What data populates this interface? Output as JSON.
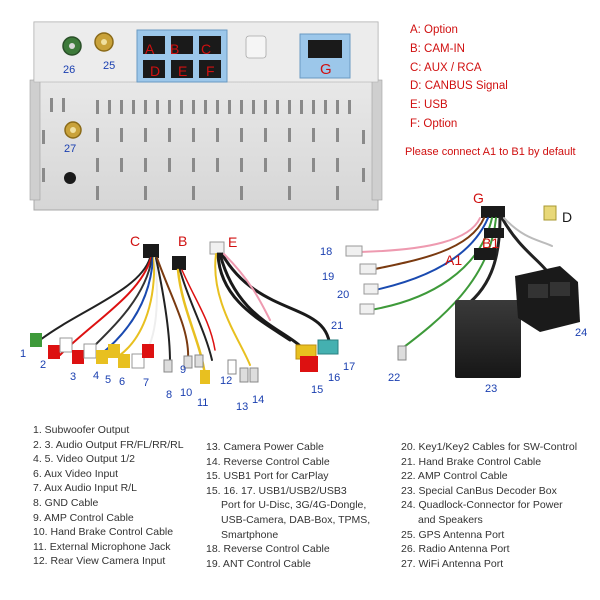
{
  "colors": {
    "callout_red": "#d01010",
    "callout_blue": "#1a3fb0",
    "text": "#333333",
    "box_blue": "#9cc7ea"
  },
  "ports": {
    "A": "A",
    "B": "B",
    "C": "C",
    "D": "D",
    "E": "E",
    "F": "F",
    "G": "G",
    "n25": "25",
    "n26": "26",
    "n27": "27"
  },
  "connectors": {
    "C": "C",
    "B": "B",
    "E": "E",
    "G": "G",
    "D": "D",
    "A1": "A1",
    "B1": "B1"
  },
  "callouts": [
    "1",
    "2",
    "3",
    "4",
    "5",
    "6",
    "7",
    "8",
    "9",
    "10",
    "11",
    "12",
    "13",
    "14",
    "15",
    "16",
    "17",
    "18",
    "19",
    "20",
    "21",
    "22",
    "23",
    "24"
  ],
  "port_legend": [
    "A: Option",
    "B: CAM-IN",
    "C: AUX / RCA",
    "D: CANBUS Signal",
    "E: USB",
    "F: Option"
  ],
  "note": "Please connect A1 to B1 by default",
  "legend_col1": [
    "1. Subwoofer Output",
    "2. 3. Audio Output FR/FL/RR/RL",
    "4. 5. Video Output 1/2",
    "6. Aux Video Input",
    "7. Aux Audio Input R/L",
    "8. GND Cable",
    "9. AMP Control Cable",
    "10. Hand Brake Control Cable",
    "11. External Microphone Jack",
    "12. Rear View Camera Input"
  ],
  "legend_col2": [
    "13. Camera Power Cable",
    "14. Reverse Control Cable",
    "15. USB1 Port for CarPlay",
    "15. 16. 17. USB1/USB2/USB3",
    "Port for U-Disc, 3G/4G-Dongle,",
    "USB-Camera, DAB-Box, TPMS,",
    "Smartphone",
    "18. Reverse Control Cable",
    "19. ANT Control Cable"
  ],
  "legend_col3": [
    "20. Key1/Key2 Cables for SW-Control",
    "21. Hand Brake Control Cable",
    "22. AMP Control Cable",
    "23. Special CanBus Decoder Box",
    "24. Quadlock-Connector for Power",
    "and Speakers",
    "25. GPS Antenna Port",
    "26. Radio Antenna Port",
    "27. WiFi Antenna Port"
  ]
}
